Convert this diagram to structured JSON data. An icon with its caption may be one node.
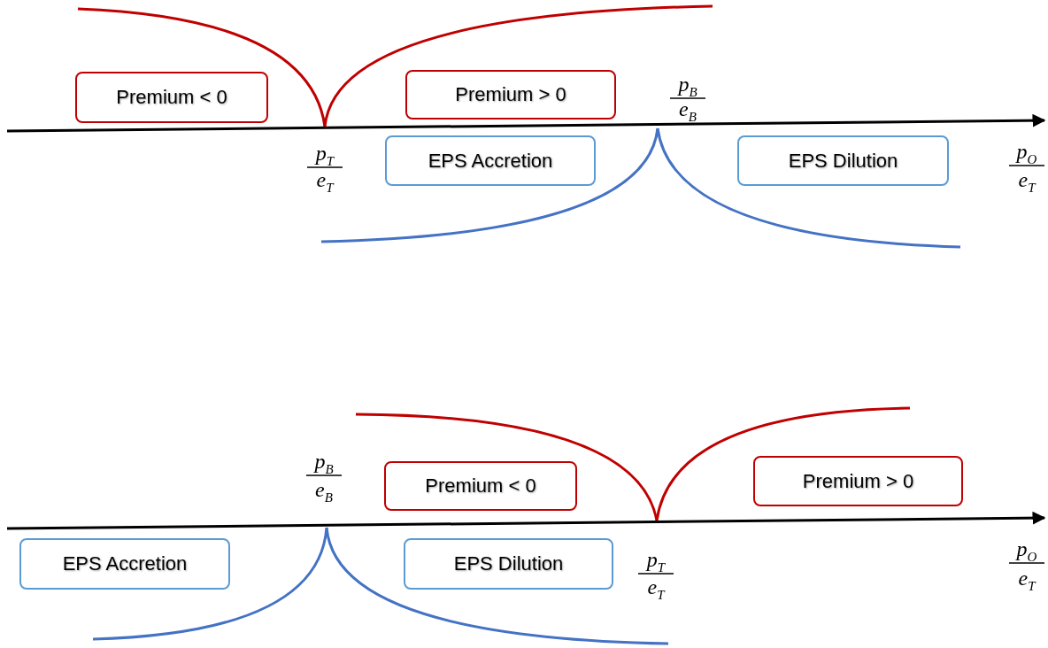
{
  "diagram": {
    "nodes": [
      {
        "text": [
          "Premium < 0"
        ]
      },
      {
        "text": [
          "Premium > 0"
        ]
      },
      {
        "text": [
          "EPS Accretion"
        ]
      },
      {
        "text": [
          "EPS Dilution"
        ]
      },
      {
        "text": [
          "Premium < 0"
        ]
      },
      {
        "text": [
          "Premium > 0"
        ]
      },
      {
        "text": [
          "EPS Accretion"
        ]
      },
      {
        "text": [
          "EPS Dilution"
        ]
      }
    ],
    "labels": [
      "p$_{B}$",
      "e$_{B}$",
      "p$_{T}$",
      "e$_{T}$",
      "p$_{O}$",
      "e$_{T}$",
      "p$_{B}$",
      "e$_{B}$",
      "p$_{T}$",
      "e$_{T}$",
      "p$_{O}$",
      "e$_{T}$"
    ]
  }
}
